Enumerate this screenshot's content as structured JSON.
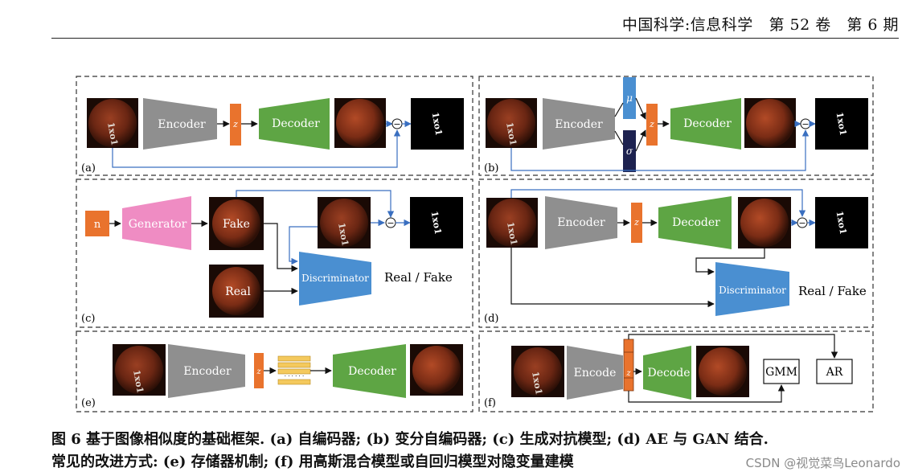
{
  "header": {
    "journal": "中国科学:信息科学",
    "volume": "第 52 卷",
    "issue": "第 6 期"
  },
  "labels": {
    "encoder": "Encoder",
    "decoder": "Decoder",
    "generator": "Generator",
    "discriminator": "Discriminator",
    "fake": "Fake",
    "real": "Real",
    "real_fake": "Real / Fake",
    "z": "z",
    "mu": "μ",
    "sigma": "σ",
    "n": "n",
    "minus": "−",
    "gmm": "GMM",
    "ar": "AR",
    "encoder_f": "Encode",
    "decoder_f": "Decode",
    "memory_dots": "· · · · · ·",
    "anomaly_text": "1xo1"
  },
  "panels": {
    "a": "(a)",
    "b": "(b)",
    "c": "(c)",
    "d": "(d)",
    "e": "(e)",
    "f": "(f)"
  },
  "caption": {
    "line1": "图 6   基于图像相似度的基础框架. (a) 自编码器; (b) 变分自编码器; (c) 生成对抗模型; (d) AE 与 GAN 结合.",
    "line2": "常见的改进方式: (e) 存储器机制; (f) 用高斯混合模型或自回归模型对隐变量建模"
  },
  "watermark": "CSDN @视觉菜鸟Leonardo",
  "colors": {
    "encoder": "#8f8f8f",
    "decoder": "#5ea544",
    "latent": "#e9732d",
    "generator": "#ef8cc3",
    "discriminator": "#4a8fd1",
    "mu": "#4a8fd1",
    "sigma": "#1d2250",
    "skip_line": "#3a6fc0",
    "memory": "#f4c95d"
  }
}
